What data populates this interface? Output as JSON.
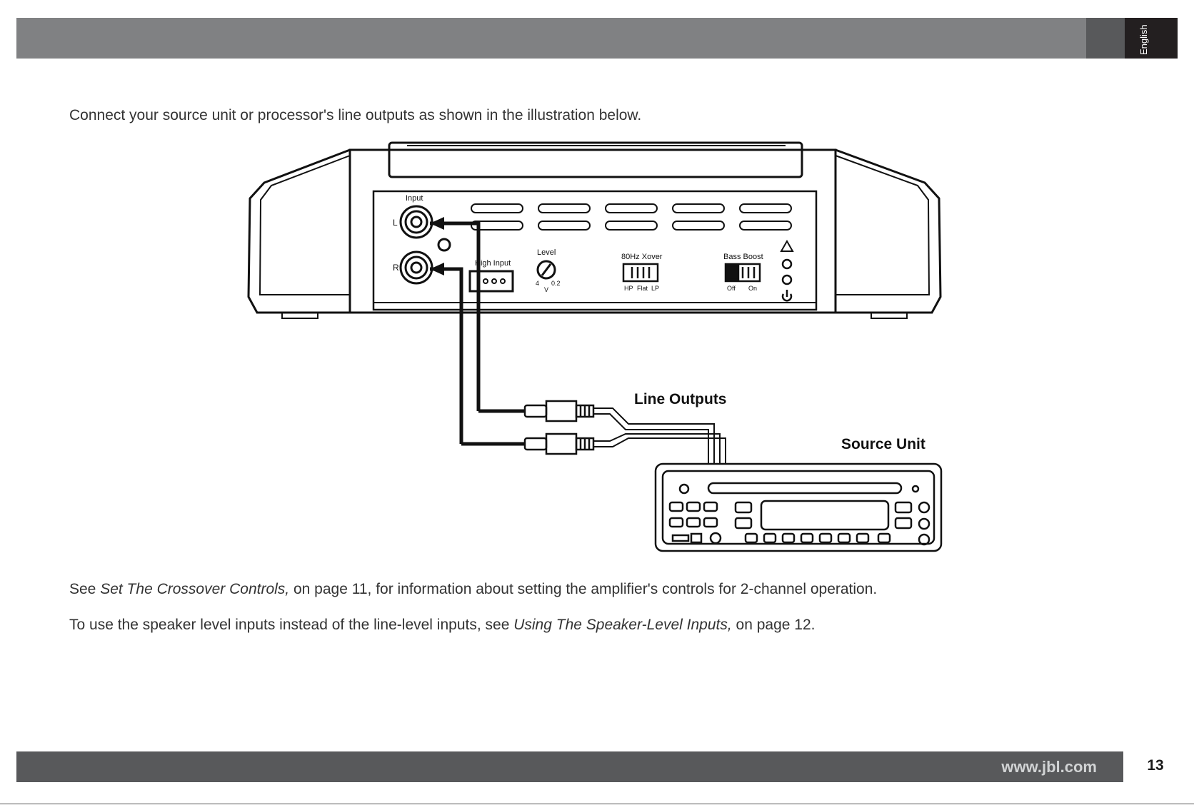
{
  "header": {
    "language_tab": "English"
  },
  "intro_text": "Connect your source unit or processor's line outputs as shown in the illustration below.",
  "diagram": {
    "input_label": "Input",
    "channel_left": "L",
    "channel_right": "R",
    "high_input_label": "High Input",
    "level_label": "Level",
    "level_min": "4",
    "level_unit": "V",
    "level_max": "0.2",
    "xover_label": "80Hz Xover",
    "xover_options": [
      "HP",
      "Flat",
      "LP"
    ],
    "bass_boost_label": "Bass Boost",
    "bass_boost_off": "Off",
    "bass_boost_on": "On",
    "line_outputs_label": "Line Outputs",
    "source_unit_label": "Source Unit"
  },
  "body": {
    "para1_prefix": "See ",
    "para1_ref": "Set The Crossover Controls,",
    "para1_suffix": " on page 11, for information about setting the amplifier's controls for 2-channel operation.",
    "para2_prefix": "To use the speaker level inputs instead of the line-level inputs, see ",
    "para2_ref": "Using The Speaker-Level Inputs,",
    "para2_suffix": " on page 12."
  },
  "footer": {
    "website": "www.jbl.com",
    "page_number": "13"
  },
  "colors": {
    "header_bar": "#808183",
    "footer_bar": "#58595b",
    "tab": "#231f20"
  }
}
